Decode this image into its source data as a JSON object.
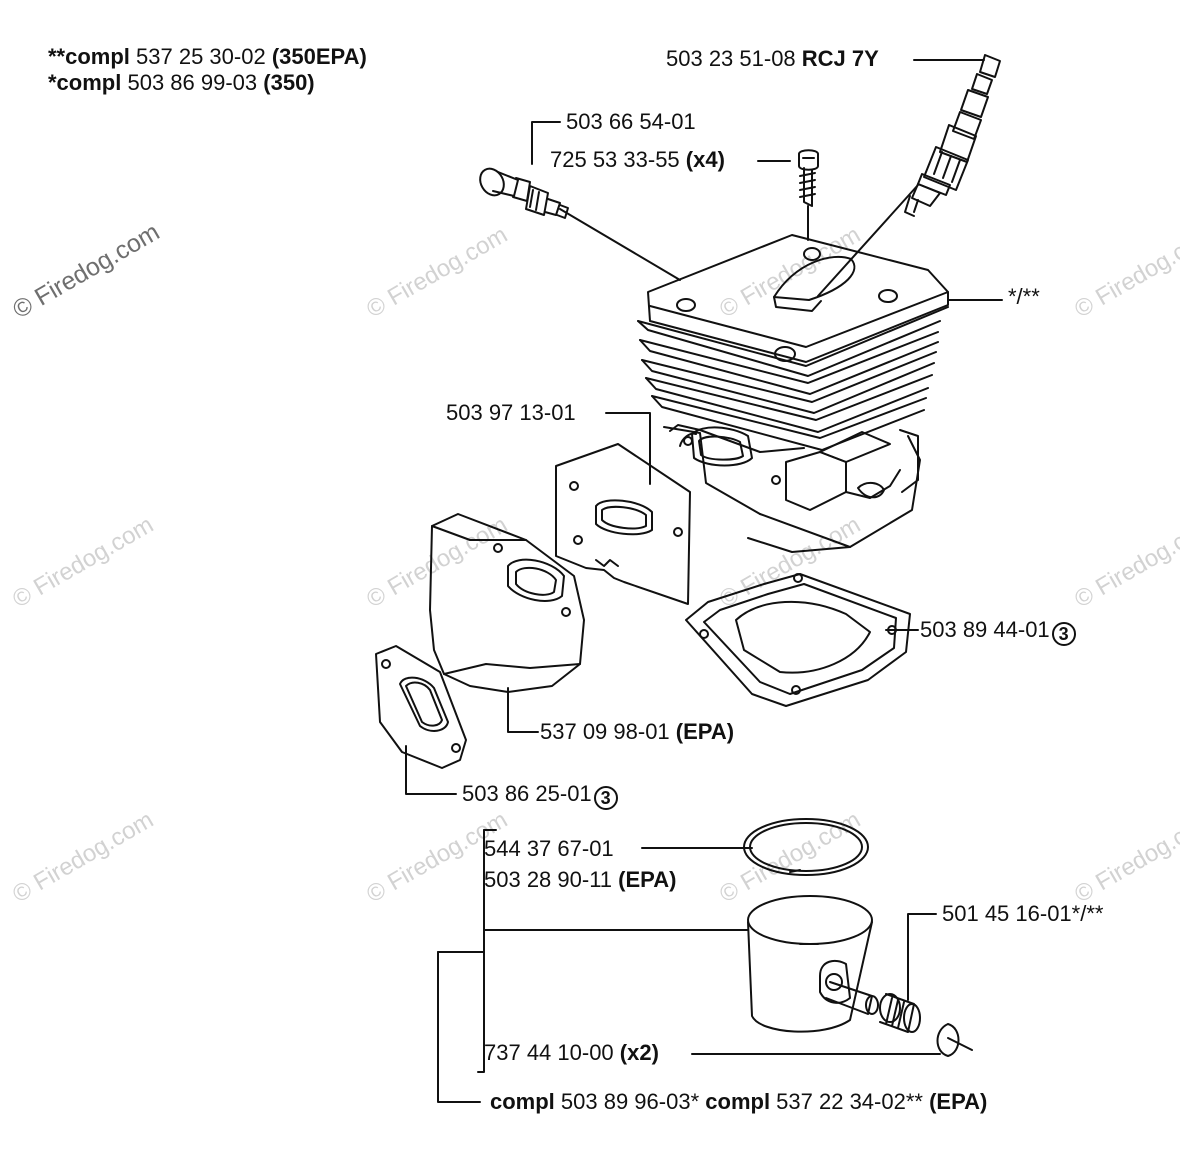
{
  "colors": {
    "line": "#111111",
    "watermark": "#d2d2d2",
    "watermark_dark": "#6f6f6f",
    "background": "#ffffff"
  },
  "watermarks": [
    {
      "text": "© Firedog.com"
    },
    {
      "text": "© Firedog.com"
    },
    {
      "text": "© Firedog.com"
    },
    {
      "text": "© Firedog.com"
    },
    {
      "text": "© Firedog.com"
    },
    {
      "text": "© Firedog.com"
    },
    {
      "text": "© Firedog.com"
    },
    {
      "text": "© Firedog.com"
    },
    {
      "text": "© Firedog.com"
    },
    {
      "text": "© Firedog.com"
    },
    {
      "text": "© Firedog.com"
    },
    {
      "text": "© Firedog.com"
    }
  ],
  "header": {
    "line1_prefix": "**compl",
    "line1_number": " 537 25 30-02 ",
    "line1_suffix": "(350EPA)",
    "line2_prefix": "*compl",
    "line2_number": " 503 86 99-03 ",
    "line2_suffix": "(350)"
  },
  "labels": {
    "spark_plug_number": "503 23 51-08 ",
    "spark_plug_suffix": "RCJ 7Y",
    "decomp_valve": "503 66 54-01",
    "screw_number": "725 53 33-55 ",
    "screw_suffix": "(x4)",
    "cylinder_mark": "*/**",
    "gasket_number": "503 97 13-01",
    "base_gasket_number": "503 89 44-01",
    "base_gasket_circle": "3",
    "heat_shield_number": "537 09 98-01 ",
    "heat_shield_suffix": "(EPA)",
    "exhaust_gasket_number": "503 86 25-01",
    "exhaust_gasket_circle": "3",
    "ring_number": "544 37 67-01",
    "ring_epa_number": "503 28 90-11 ",
    "ring_epa_suffix": "(EPA)",
    "needle_bearing": "501 45 16-01*/**",
    "circlip_number": "737 44 10-00 ",
    "circlip_suffix": "(x2)",
    "bottom_prefix1": "compl",
    "bottom_number1": " 503 89 96-03* ",
    "bottom_prefix2": "compl",
    "bottom_number2": " 537 22 34-02** ",
    "bottom_suffix": "(EPA)"
  }
}
